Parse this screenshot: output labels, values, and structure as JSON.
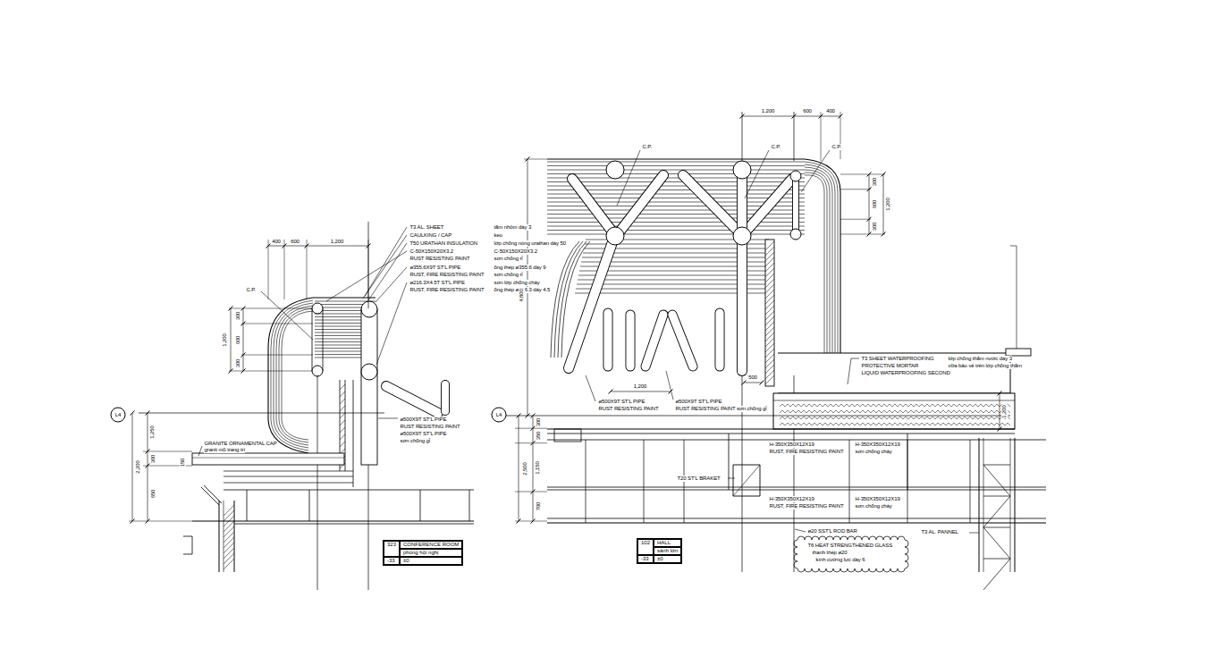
{
  "diagram": {
    "nodes": [
      {
        "text": [
          "323",
          "CONFERENCE ROOM",
          "phòng hội nghị",
          "-33",
          "±0"
        ]
      },
      {
        "text": [
          "102",
          "HALL",
          "sảnh lớn",
          "-33",
          "±0"
        ]
      }
    ],
    "labels": [
      "400",
      "600",
      "1,200",
      "C.P.",
      "T3 AL. SHEET",
      "tấm nhôm dày 3",
      "CAULKING / CAP",
      "keo",
      "T50 URATHAN INSULATION",
      "lớp chống nóng urathan dày 50",
      "C-50X150X20X3.2",
      "C-50X150X20X3.2",
      "RUST RESISTING PAINT",
      "sơn chống rỉ",
      "ø355.6X9T ST'L PIPE",
      "ống thép ø355.6 dày 9",
      "RUST, FIRE RESISTING PAINT",
      "sơn chống rỉ",
      "ø216.3X4.5T ST'L PIPE",
      "sơn lớp chống cháy",
      "RUST, FIRE RESISTING PAINT",
      "ống thép ø216.3 dày 4.5",
      "1,200",
      "300",
      "600",
      "300",
      "L4",
      "1,250",
      "300",
      "650",
      "2,200",
      "ø500X9T ST'L PIPE",
      "RUST RESISTING PAINT",
      "ø500X9T ST'L PIPE",
      "sơn chống gỉ",
      "GRANITE ORNAMENTAL CAP",
      "granit mũ trang trí",
      "150",
      "1,200",
      "600",
      "400",
      "C.P.",
      "C.P.",
      "C.P.",
      "300",
      "600",
      "300",
      "1,200",
      "4,800",
      "1,200",
      "500",
      "ø500X9T ST'L PIPE",
      "RUST RESISTING PAINT",
      "ø500X9T ST'L PIPE",
      "RUST RESISTING PAINT sơn chống gỉ",
      "L4",
      "300",
      "350",
      "1,150",
      "700",
      "2,500",
      "T3 SHEET WATERPROOFING",
      "lớp chống thấm nước dày 3",
      "PROTECTIVE MORTAR",
      "vữa bảo vệ trên lớp chống thấm",
      "LIQUID WATERPROOFING SECOND",
      "1,200",
      "H-350X350X12X19",
      "RUST, FIRE RESISTING PAINT",
      "H-350X350X12X19",
      "sơn chống cháy",
      "T20 ST'L BRAKET",
      "H-350X350X12X19",
      "RUST, FIRE RESISTING PAINT",
      "H-350X350X12X19",
      "sơn chống cháy",
      "T3 AL. PANNEL",
      "ø20 SST'L ROD BAR",
      "T6 HEAT STRENGTHENED GLASS",
      "thanh thép ø20",
      "kính cường lực dày 6"
    ]
  }
}
